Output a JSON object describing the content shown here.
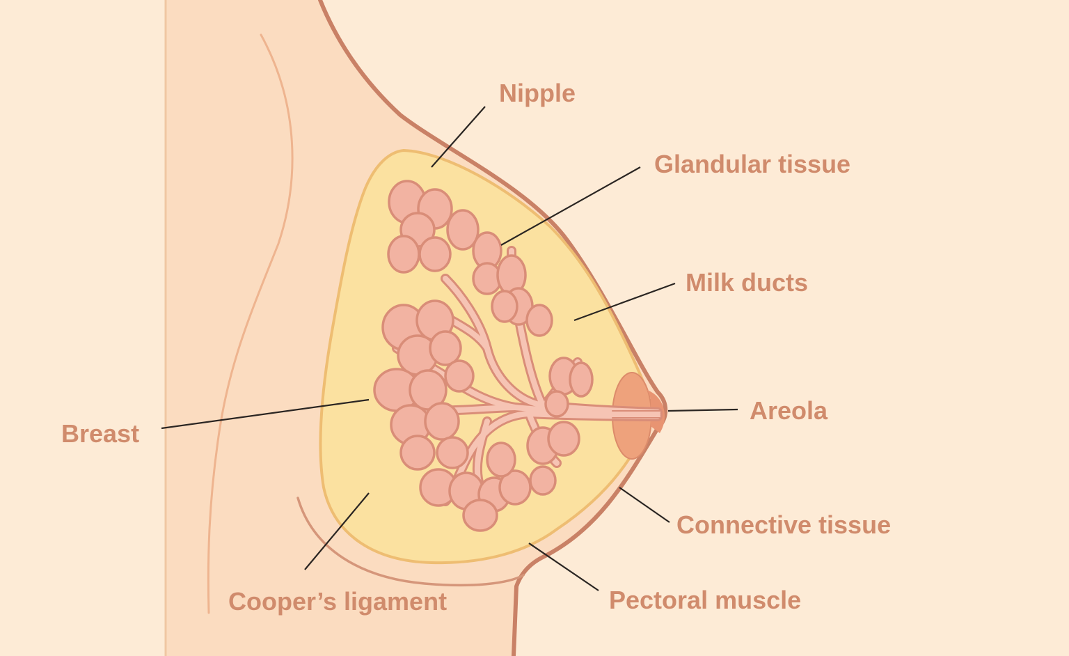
{
  "diagram": {
    "colors": {
      "background": "#fdebd6",
      "body": "#fbdcc0",
      "outline": "#c98166",
      "fat": "#fbe1a0",
      "fat_edge": "#eebd72",
      "lobule": "#f2b3a2",
      "lobule_edge": "#d98d78",
      "areola": "#eea27c",
      "label_text": "#d08b6c",
      "leader_line": "#2a2522"
    },
    "labels": {
      "nipple": "Nipple",
      "glandular_tissue": "Glandular tissue",
      "milk_ducts": "Milk ducts",
      "areola": "Areola",
      "breast": "Breast",
      "connective_tissue": "Connective tissue",
      "coopers_ligament": "Cooper’s ligament",
      "pectoral_muscle": "Pectoral muscle"
    }
  }
}
